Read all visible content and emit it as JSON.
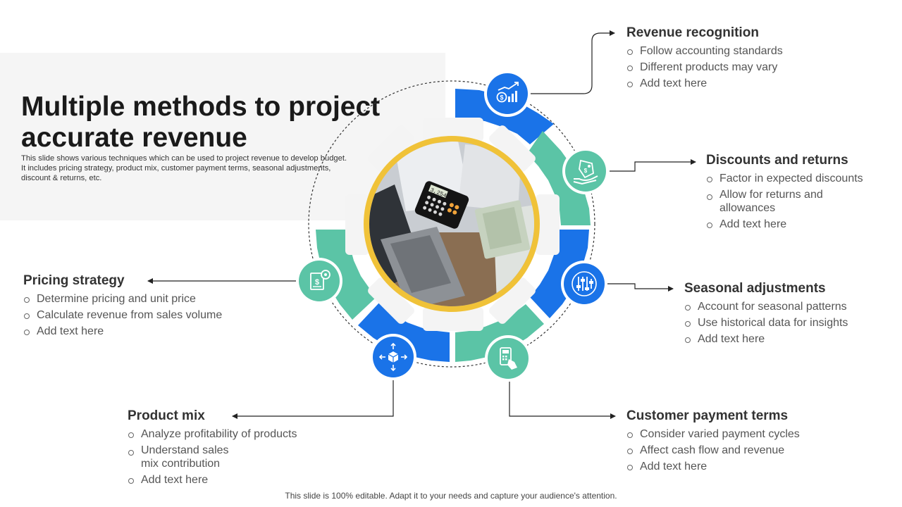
{
  "title": "Multiple methods to project accurate revenue",
  "subtitle": "This slide shows various techniques which can be used to project revenue to develop budget. It includes pricing strategy, product mix, customer payment terms, seasonal adjustments, discount & returns, etc.",
  "footer": "This slide is 100% editable. Adapt it to your needs and capture your audience's attention.",
  "colors": {
    "blue": "#1a73e8",
    "teal": "#5bc4a6",
    "gold": "#f0c238",
    "title_bg": "#f5f5f5"
  },
  "sections": {
    "revenue_recognition": {
      "heading": "Revenue recognition",
      "icon": "revenue-chart-icon",
      "bullets": [
        "Follow accounting standards",
        "Different products may vary",
        "Add text here"
      ]
    },
    "discounts_returns": {
      "heading": "Discounts and returns",
      "icon": "price-tag-hand-icon",
      "bullets": [
        "Factor in expected discounts",
        "Allow for returns and allowances",
        "Add text here"
      ]
    },
    "seasonal_adjustments": {
      "heading": "Seasonal adjustments",
      "icon": "sliders-icon",
      "bullets": [
        "Account for seasonal patterns",
        "Use historical data for insights",
        "Add text here"
      ]
    },
    "customer_payment_terms": {
      "heading": "Customer payment terms",
      "icon": "card-terminal-icon",
      "bullets": [
        "Consider varied payment cycles",
        "Affect cash flow and revenue",
        "Add text here"
      ]
    },
    "product_mix": {
      "heading": "Product mix",
      "icon": "box-arrows-icon",
      "bullets": [
        "Analyze profitability of products",
        "Understand sales mix contribution",
        "Add text here"
      ]
    },
    "pricing_strategy": {
      "heading": "Pricing strategy",
      "icon": "price-document-gear-icon",
      "bullets": [
        "Determine pricing and unit price",
        "Calculate revenue from sales volume",
        "Add text here"
      ]
    }
  },
  "photo": {
    "calculator_display": "3,254"
  }
}
